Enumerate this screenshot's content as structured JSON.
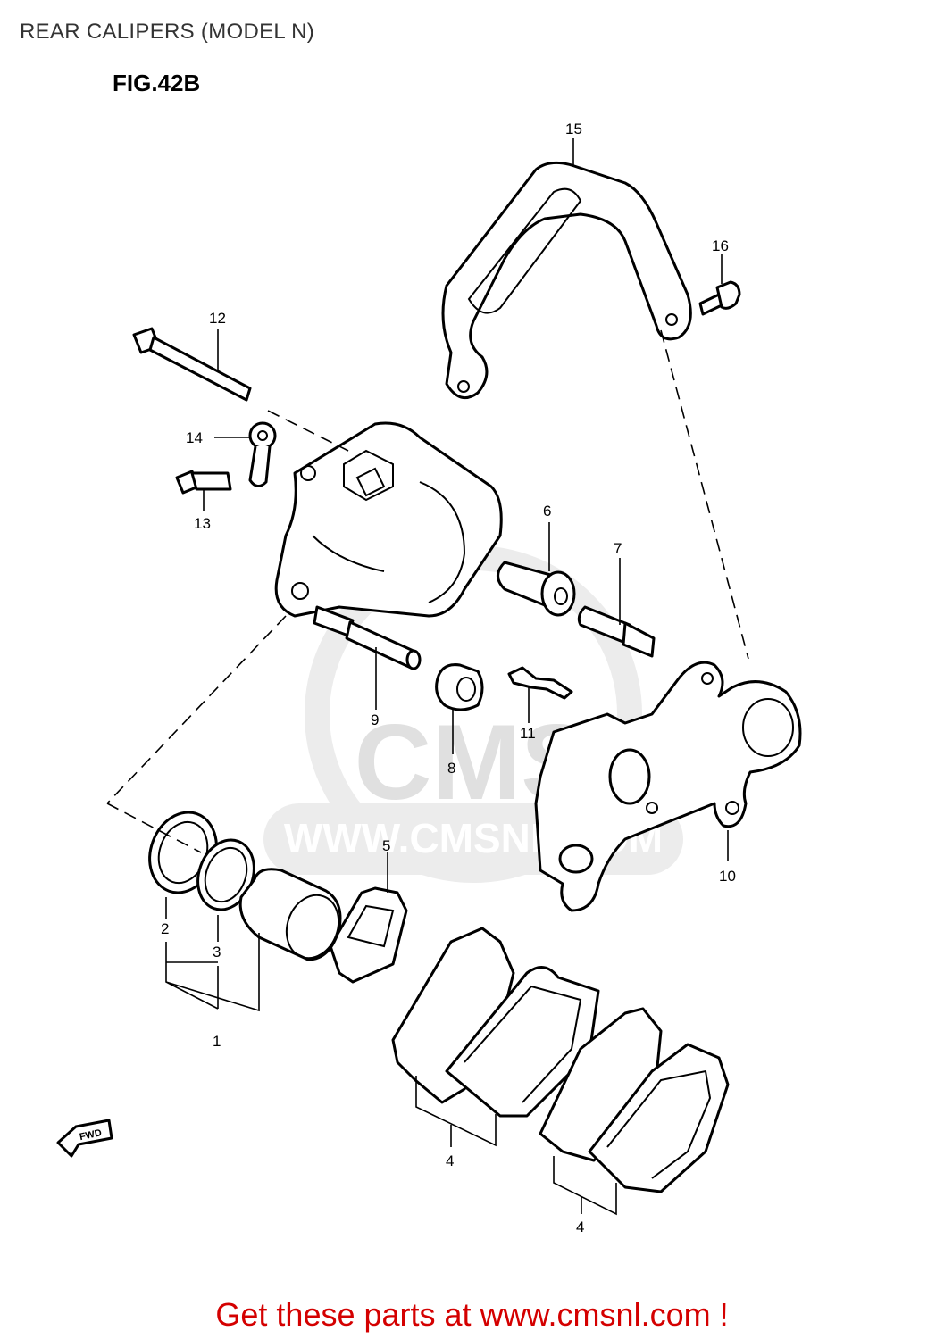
{
  "header": {
    "title": "REAR CALIPERS (MODEL N)"
  },
  "figure": {
    "label": "FIG.42B",
    "callouts": {
      "c1": "1",
      "c2": "2",
      "c3": "3",
      "c4a": "4",
      "c4b": "4",
      "c5": "5",
      "c6": "6",
      "c7": "7",
      "c8": "8",
      "c9": "9",
      "c10": "10",
      "c11": "11",
      "c12": "12",
      "c13": "13",
      "c14": "14",
      "c15": "15",
      "c16": "16"
    },
    "fwd_marker": "FWD"
  },
  "watermark": {
    "logo": "CMS",
    "url": "WWW.CMSNL.COM"
  },
  "footer": {
    "link_text": "Get these parts at www.cmsnl.com !"
  },
  "colors": {
    "title_text": "#333333",
    "footer_link": "#d40000",
    "watermark": "#e0e0e0",
    "line_art": "#000000"
  }
}
